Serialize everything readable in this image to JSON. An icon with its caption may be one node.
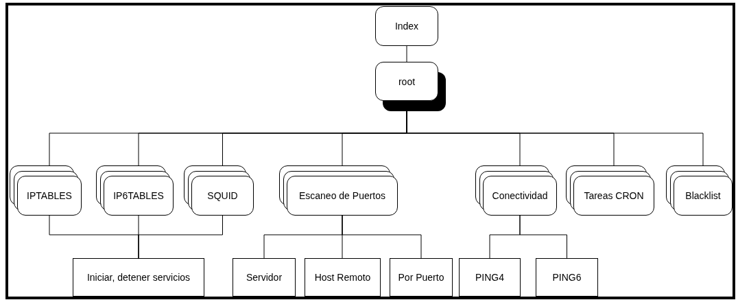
{
  "diagram": {
    "nodes": [
      {
        "text": [
          "Index"
        ]
      },
      {
        "text": [
          "root"
        ]
      },
      {
        "text": [
          "IPTABLES"
        ]
      },
      {
        "text": [
          "IP6TABLES"
        ]
      },
      {
        "text": [
          "SQUID"
        ]
      },
      {
        "text": [
          "Escaneo de Puertos"
        ]
      },
      {
        "text": [
          "Conectividad"
        ]
      },
      {
        "text": [
          "Tareas CRON"
        ]
      },
      {
        "text": [
          "Blacklist"
        ]
      },
      {
        "text": [
          "Iniciar, detener servicios"
        ]
      },
      {
        "text": [
          "Servidor"
        ]
      },
      {
        "text": [
          "Host Remoto"
        ]
      },
      {
        "text": [
          "Por Puerto"
        ]
      },
      {
        "text": [
          "PING4"
        ]
      },
      {
        "text": [
          "PING6"
        ]
      }
    ],
    "edges": [
      {
        "from": 0,
        "to": 1,
        "arrow": "none"
      },
      {
        "from": 1,
        "to": 2,
        "arrow": "none"
      },
      {
        "from": 1,
        "to": 3,
        "arrow": "none"
      },
      {
        "from": 1,
        "to": 4,
        "arrow": "none"
      },
      {
        "from": 1,
        "to": 5,
        "arrow": "none"
      },
      {
        "from": 1,
        "to": 6,
        "arrow": "none"
      },
      {
        "from": 1,
        "to": 7,
        "arrow": "none"
      },
      {
        "from": 1,
        "to": 8,
        "arrow": "none"
      },
      {
        "from": 2,
        "to": 9,
        "arrow": "none"
      },
      {
        "from": 3,
        "to": 9,
        "arrow": "none"
      },
      {
        "from": 4,
        "to": 9,
        "arrow": "none"
      },
      {
        "from": 5,
        "to": 10,
        "arrow": "none"
      },
      {
        "from": 5,
        "to": 11,
        "arrow": "none"
      },
      {
        "from": 5,
        "to": 12,
        "arrow": "none"
      },
      {
        "from": 6,
        "to": 13,
        "arrow": "none"
      },
      {
        "from": 6,
        "to": 14,
        "arrow": "none"
      }
    ]
  }
}
